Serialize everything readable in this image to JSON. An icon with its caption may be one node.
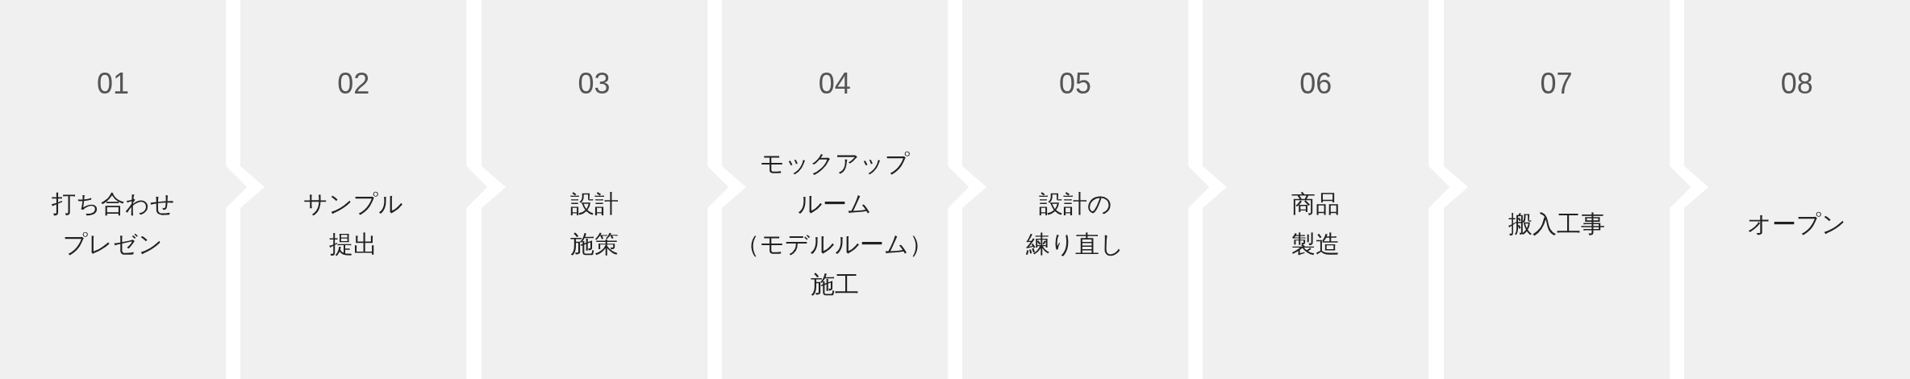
{
  "diagram": {
    "nodes": [
      {
        "text": [
          "01",
          "打ち合わせプレゼン"
        ]
      },
      {
        "text": [
          "02",
          "サンプル提出"
        ]
      },
      {
        "text": [
          "03",
          "設計施策"
        ]
      },
      {
        "text": [
          "04",
          "モックアップルーム（モデルルーム）施工"
        ]
      },
      {
        "text": [
          "05",
          "設計の練り直し"
        ]
      },
      {
        "text": [
          "06",
          "商品製造"
        ]
      },
      {
        "text": [
          "07",
          "搬入工事"
        ]
      },
      {
        "text": [
          "08",
          "オープン"
        ]
      }
    ]
  }
}
